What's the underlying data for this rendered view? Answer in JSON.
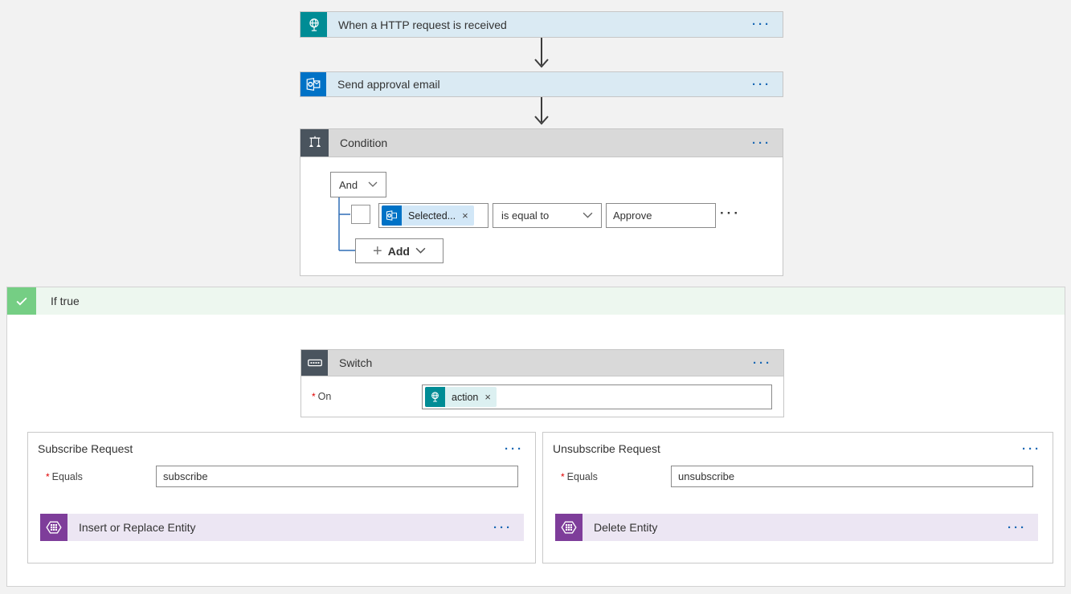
{
  "ui": {
    "ellipsis": "···",
    "remove": "×",
    "required": "*"
  },
  "trigger": {
    "title": "When a HTTP request is received"
  },
  "approval_email": {
    "title": "Send approval email"
  },
  "condition": {
    "title": "Condition",
    "group_operator": "And",
    "operand_token": "Selected...",
    "comparison": "is equal to",
    "value": "Approve",
    "add_label": "Add"
  },
  "branch": {
    "label": "If true"
  },
  "switch_card": {
    "title": "Switch",
    "on_label": "On",
    "on_token": "action"
  },
  "cases": [
    {
      "title": "Subscribe Request",
      "equals_label": "Equals",
      "equals_value": "subscribe",
      "action_title": "Insert or Replace Entity"
    },
    {
      "title": "Unsubscribe Request",
      "equals_label": "Equals",
      "equals_value": "unsubscribe",
      "action_title": "Delete Entity"
    }
  ],
  "colors": {
    "request_teal": "#008c95",
    "outlook_blue": "#0072c6",
    "table_purple": "#7e3d9a",
    "branch_green": "#75ce84",
    "header_gray": "#d9d9d9",
    "dark_slate": "#4a545e",
    "light_blue_header": "#daeaf3",
    "ellipsis_blue": "#1766b3"
  }
}
